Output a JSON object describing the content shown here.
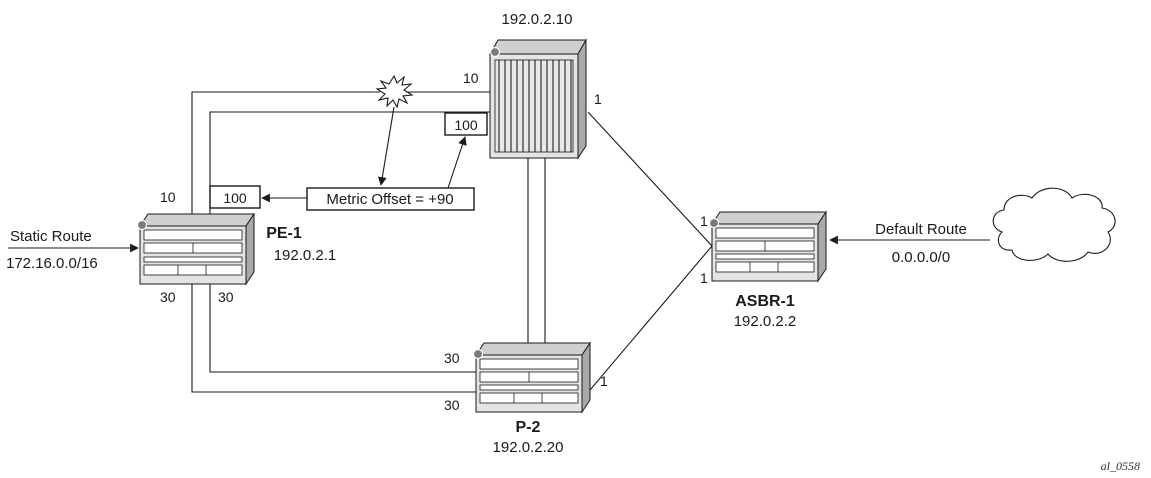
{
  "nodes": {
    "core": {
      "address": "192.0.2.10"
    },
    "pe1": {
      "name": "PE-1",
      "address": "192.0.2.1"
    },
    "p2": {
      "name": "P-2",
      "address": "192.0.2.20"
    },
    "asbr1": {
      "name": "ASBR-1",
      "address": "192.0.2.2"
    }
  },
  "metrics": {
    "core_top": "10",
    "core_box": "100",
    "core_right": "1",
    "pe1_top": "10",
    "pe1_box": "100",
    "pe1_bottom_left": "30",
    "pe1_bottom_right": "30",
    "p2_top": "30",
    "p2_bottom": "30",
    "p2_right": "1",
    "asbr_top": "1",
    "asbr_bottom": "1"
  },
  "annotations": {
    "metric_offset": "Metric Offset = +90",
    "static_route_label": "Static Route",
    "static_route_prefix": "172.16.0.0/16",
    "default_route_label": "Default Route",
    "default_route_prefix": "0.0.0.0/0"
  },
  "figure_id": "al_0558",
  "colors": {
    "line": "#1a1a1a",
    "router_face": "#e4e4e4",
    "router_top": "#cfcfcf",
    "router_side": "#a9a9a9",
    "fault_burst": "#ffffff"
  }
}
